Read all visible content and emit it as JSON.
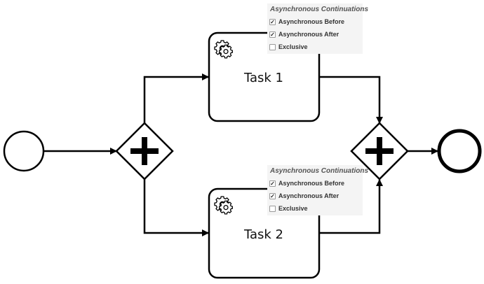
{
  "tasks": [
    {
      "label": "Task 1",
      "icon": "gear-icon"
    },
    {
      "label": "Task 2",
      "icon": "gear-icon"
    }
  ],
  "properties_panels": [
    {
      "title": "Asynchronous Continuations",
      "options": [
        {
          "label": "Asynchronous Before",
          "checked": true
        },
        {
          "label": "Asynchronous After",
          "checked": true
        },
        {
          "label": "Exclusive",
          "checked": false
        }
      ]
    },
    {
      "title": "Asynchronous Continuations",
      "options": [
        {
          "label": "Asynchronous Before",
          "checked": true
        },
        {
          "label": "Asynchronous After",
          "checked": true
        },
        {
          "label": "Exclusive",
          "checked": false
        }
      ]
    }
  ]
}
